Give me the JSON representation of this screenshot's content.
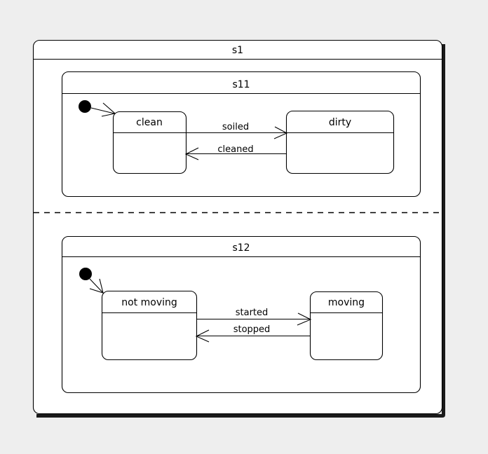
{
  "diagram": {
    "type": "uml-state-machine",
    "background_color": "#eeeeee",
    "fill_color": "#ffffff",
    "line_color": "#000000",
    "outer_state": {
      "name": "s1",
      "label": "s1"
    },
    "regions": [
      {
        "id": "s11",
        "label": "s11",
        "initial_state": "clean",
        "states": [
          {
            "id": "clean",
            "label": "clean"
          },
          {
            "id": "dirty",
            "label": "dirty"
          }
        ],
        "transitions": [
          {
            "from": "clean",
            "to": "dirty",
            "label": "soiled"
          },
          {
            "from": "dirty",
            "to": "clean",
            "label": "cleaned"
          }
        ]
      },
      {
        "id": "s12",
        "label": "s12",
        "initial_state": "not moving",
        "states": [
          {
            "id": "not-moving",
            "label": "not moving"
          },
          {
            "id": "moving",
            "label": "moving"
          }
        ],
        "transitions": [
          {
            "from": "not-moving",
            "to": "moving",
            "label": "started"
          },
          {
            "from": "moving",
            "to": "not-moving",
            "label": "stopped"
          }
        ]
      }
    ]
  }
}
